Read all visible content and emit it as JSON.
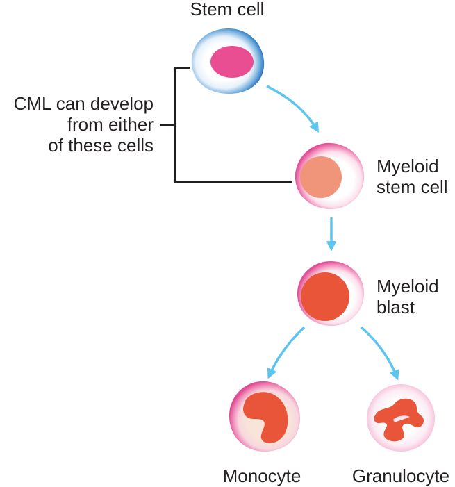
{
  "labels": {
    "stem_cell": "Stem cell",
    "cml_line1": "CML can develop",
    "cml_line2": "from either",
    "cml_line3": "of these cells",
    "myeloid_stem_line1": "Myeloid",
    "myeloid_stem_line2": "stem cell",
    "myeloid_blast_line1": "Myeloid",
    "myeloid_blast_line2": "blast",
    "monocyte": "Monocyte",
    "granulocyte": "Granulocyte"
  },
  "colors": {
    "arrow": "#5bc4ef",
    "bracket": "#231f20",
    "text": "#231f20",
    "stem_membrane": "#3b84c6",
    "stem_nucleus": "#e94e93",
    "myeloid_stem_membrane": "#e0569b",
    "myeloid_stem_nucleus": "#f0957a",
    "myeloid_blast_nucleus": "#e85538",
    "monocyte_nucleus": "#e85538",
    "monocyte_cytoplasm": "#f9e2d9",
    "granulocyte_nucleus": "#e85538",
    "granulocyte_cytoplasm": "#fbe3ef"
  }
}
